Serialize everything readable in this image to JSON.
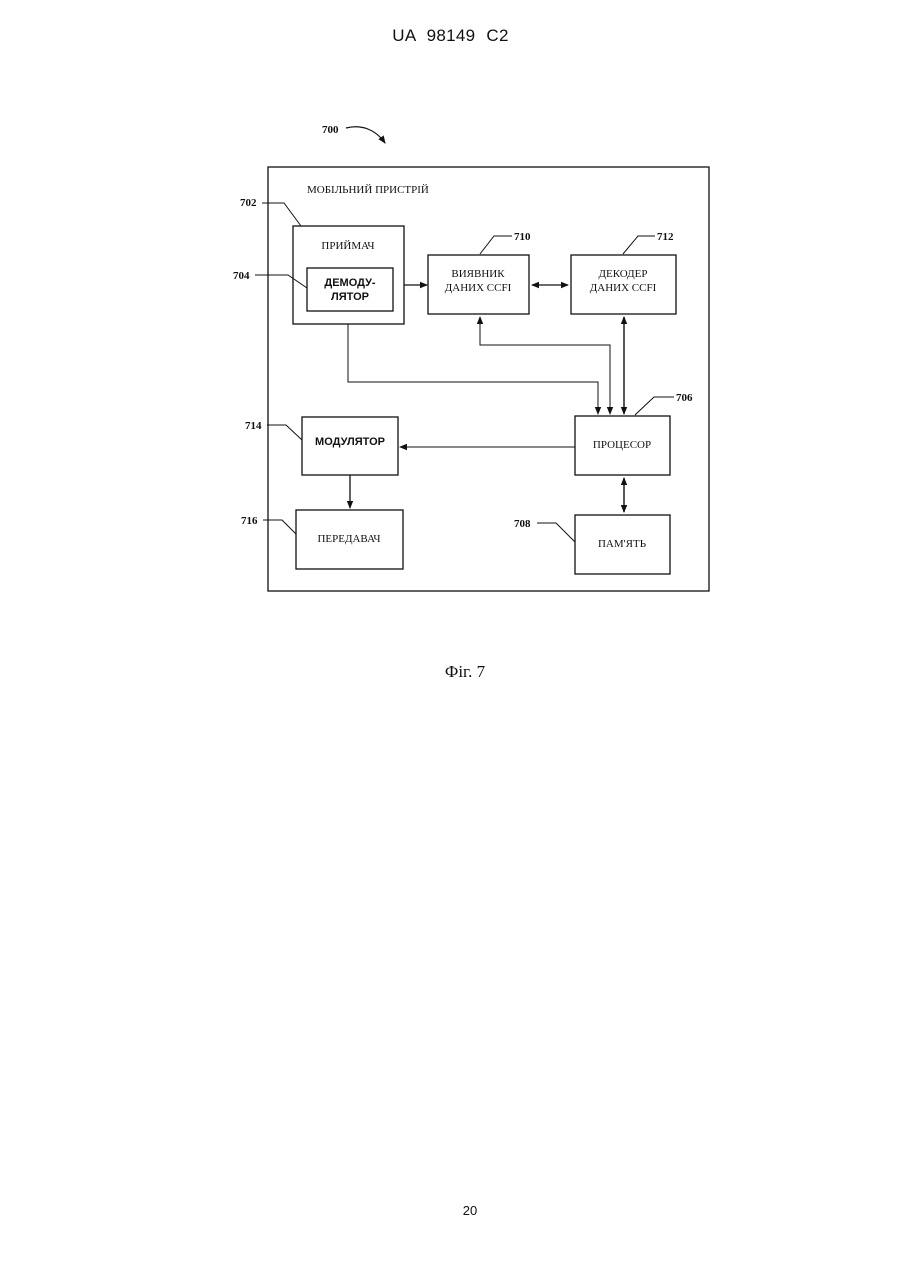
{
  "header": {
    "doc_number": "UA   98149   C2"
  },
  "figure": {
    "ref_main": "700",
    "device_label": "МОБІЛЬНИЙ ПРИСТРІЙ",
    "refs": {
      "receiver": "702",
      "demodulator": "704",
      "processor": "706",
      "memory": "708",
      "detector": "710",
      "decoder": "712",
      "modulator": "714",
      "transmitter": "716"
    },
    "blocks": {
      "receiver": "ПРИЙМАЧ",
      "demodulator_line1": "ДЕМОДУ-",
      "demodulator_line2": "ЛЯТОР",
      "detector_line1": "ВИЯВНИК",
      "detector_line2": "ДАНИХ CCFI",
      "decoder_line1": "ДЕКОДЕР",
      "decoder_line2": "ДАНИХ CCFI",
      "processor": "ПРОЦЕСОР",
      "memory": "ПАМ'ЯТЬ",
      "modulator": "МОДУЛЯТОР",
      "transmitter": "ПЕРЕДАВАЧ"
    },
    "caption": "Фіг. 7"
  },
  "footer": {
    "page_number": "20"
  }
}
